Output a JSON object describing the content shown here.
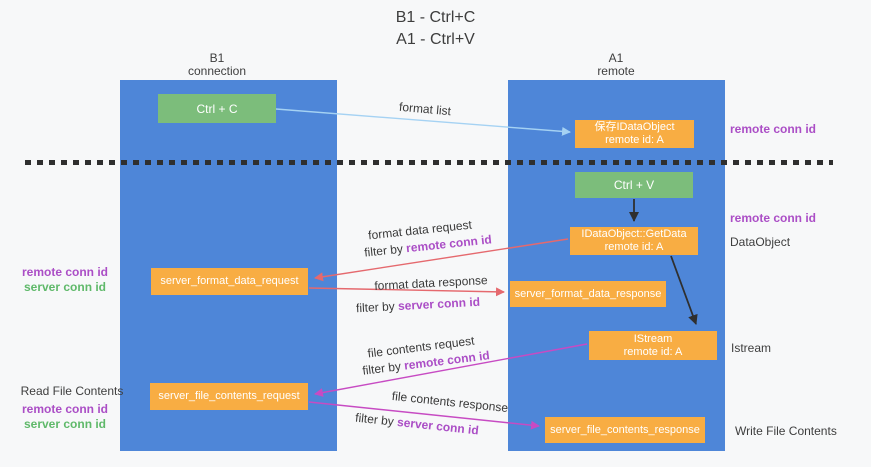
{
  "title": {
    "line1": "B1 - Ctrl+C",
    "line2": "A1 - Ctrl+V"
  },
  "lanes": {
    "left": {
      "title": "B1",
      "subtitle": "connection"
    },
    "right": {
      "title": "A1",
      "subtitle": "remote"
    }
  },
  "nodes": {
    "ctrl_c": {
      "label": "Ctrl + C"
    },
    "save_idataobject": {
      "line1": "保存IDataObject",
      "line2": "remote id: A"
    },
    "ctrl_v": {
      "label": "Ctrl + V"
    },
    "getdata": {
      "line1": "IDataObject::GetData",
      "line2": "remote id: A"
    },
    "server_format_data_request": {
      "label": "server_format_data_request"
    },
    "server_format_data_response": {
      "label": "server_format_data_response"
    },
    "istream": {
      "line1": "IStream",
      "line2": "remote id: A"
    },
    "server_file_contents_request": {
      "label": "server_file_contents_request"
    },
    "server_file_contents_response": {
      "label": "server_file_contents_response"
    }
  },
  "edge_labels": {
    "format_list": "format list",
    "format_data_request": "format data request",
    "format_data_response": "format data response",
    "file_contents_request": "file contents request",
    "file_contents_response": "file contents response",
    "filter_by": "filter by",
    "remote_conn_id": "remote conn id",
    "server_conn_id": "server conn id"
  },
  "side_labels": {
    "remote_conn_id": "remote conn id",
    "server_conn_id": "server conn id",
    "dataobject": "DataObject",
    "istream": "Istream",
    "read_file_contents": "Read File Contents",
    "write_file_contents": "Write File Contents"
  },
  "colors": {
    "bg": "#f7f8f9",
    "lane_blue": "#4e86d8",
    "node_green": "#7cbd7b",
    "node_orange": "#f8ad43",
    "arrow_red": "#e5696e",
    "arrow_magenta": "#c74bc3",
    "arrow_blue": "#a5d2f3",
    "arrow_black": "#2f2f2f",
    "text_purple": "#ab4ec6",
    "text_green": "#5fb96a"
  }
}
